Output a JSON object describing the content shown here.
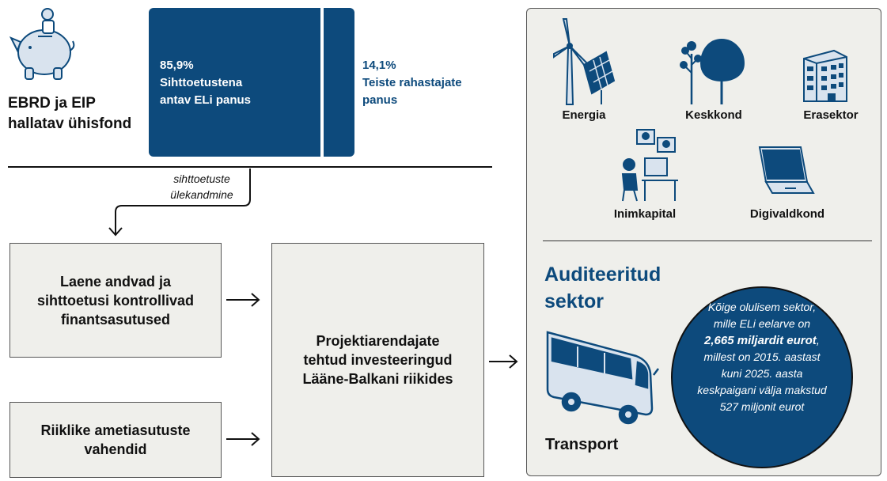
{
  "fund": {
    "label_line1": "EBRD ja EIP",
    "label_line2": "hallatav ühisfond"
  },
  "contributions": {
    "eu": {
      "percent": "85,9%",
      "line1": "Sihttoetustena",
      "line2": "antav ELi panus"
    },
    "others": {
      "percent": "14,1%",
      "line1": "Teiste rahastajate",
      "line2": "panus"
    },
    "eu_share_percent": 85.9,
    "others_share_percent": 14.1
  },
  "transfer": {
    "line1": "sihttoetuste",
    "line2": "ülekandmine"
  },
  "boxes": {
    "financial": {
      "line1": "Laene andvad ja",
      "line2": "sihttoetusi kontrollivad",
      "line3": "finantsasutused"
    },
    "national": {
      "line1": "Riiklike ametiasutuste",
      "line2": "vahendid"
    },
    "projects": {
      "line1": "Projektiarendajate",
      "line2": "tehtud investeeringud",
      "line3": "Lääne-Balkani riikides"
    }
  },
  "sectors": {
    "energy": "Energia",
    "environment": "Keskkond",
    "private": "Erasektor",
    "human_capital": "Inimkapital",
    "digital": "Digivaldkond"
  },
  "audited": {
    "title_line1": "Auditeeritud",
    "title_line2": "sektor",
    "sector_name": "Transport",
    "circle_line1": "Kõige olulisem sektor,",
    "circle_line2": "mille ELi eelarve on",
    "circle_amount": "2,665 miljardit eurot",
    "circle_amount_suffix": ",",
    "circle_line4": "millest on 2015. aastast",
    "circle_line5": "kuni 2025. aasta",
    "circle_line6": "keskpaigani välja makstud",
    "circle_line7": "527 miljonit eurot"
  },
  "colors": {
    "primary_blue": "#0d4a7c",
    "panel_grey": "#efefeb",
    "icon_light_blue": "#d9e3ee"
  }
}
